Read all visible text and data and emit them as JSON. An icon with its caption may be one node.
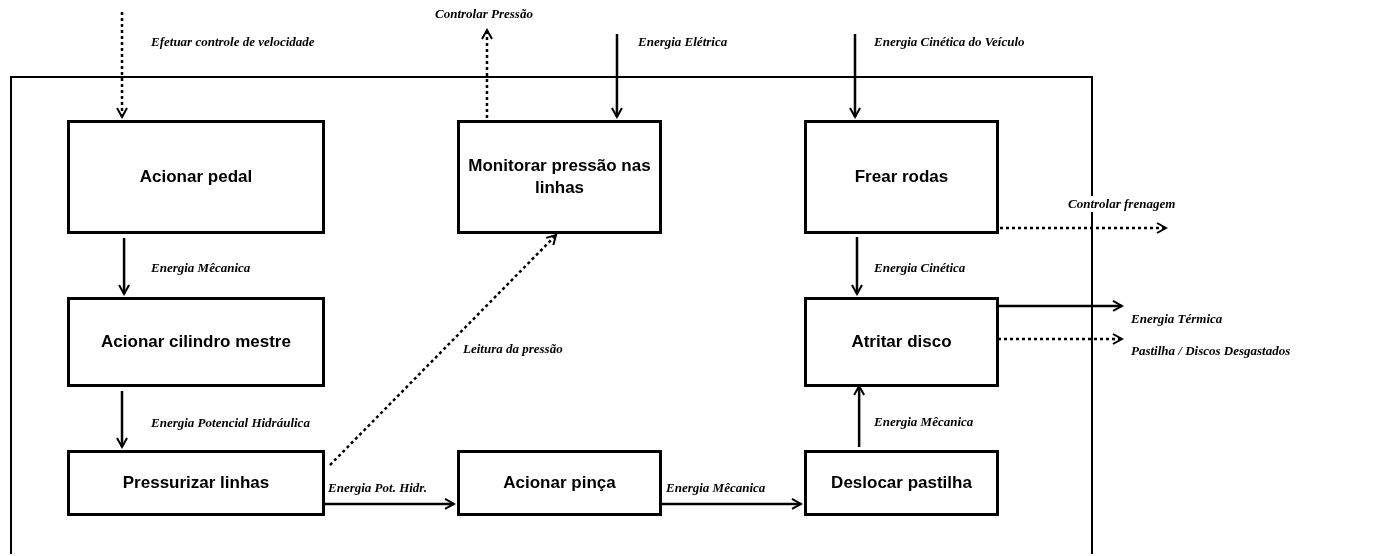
{
  "diagram": {
    "nodes": [
      {
        "text": [],
        "shape": "box"
      },
      {
        "text": [
          "Acionar pedal"
        ],
        "in": 0
      },
      {
        "text": [
          "Monitorar pressão nas linhas"
        ],
        "in": 0
      },
      {
        "text": [
          "Frear rodas"
        ],
        "in": 0
      },
      {
        "text": [
          "Acionar cilindro mestre"
        ],
        "in": 0
      },
      {
        "text": [
          "Atritar disco"
        ],
        "in": 0
      },
      {
        "text": [
          "Pressurizar linhas"
        ],
        "in": 0
      },
      {
        "text": [
          "Acionar pinça"
        ],
        "in": 0
      },
      {
        "text": [
          "Deslocar pastilha"
        ],
        "in": 0
      }
    ],
    "edges": [
      {
        "from": null,
        "to": 1,
        "arrow": "to",
        "label": "Efetuar controle de velocidade",
        "style": "dashed"
      },
      {
        "from": 2,
        "to": null,
        "arrow": "to",
        "label": "Controlar Pressão",
        "style": "dashed"
      },
      {
        "from": null,
        "to": 2,
        "arrow": "to",
        "label": "Energia Elétrica"
      },
      {
        "from": null,
        "to": 3,
        "arrow": "to",
        "label": "Energia Cinética do Veículo"
      },
      {
        "from": 3,
        "to": null,
        "arrow": "to",
        "label": "Controlar frenagem",
        "style": "dashed"
      },
      {
        "from": 1,
        "to": 4,
        "arrow": "to",
        "label": "Energia Mêcanica"
      },
      {
        "from": 3,
        "to": 5,
        "arrow": "to",
        "label": "Energia Cinética"
      },
      {
        "from": 5,
        "to": null,
        "arrow": "to",
        "label": "Energia Térmica"
      },
      {
        "from": 5,
        "to": null,
        "arrow": "to",
        "label": "Pastilha / Discos Desgastados",
        "style": "dashed"
      },
      {
        "from": 4,
        "to": 6,
        "arrow": "to",
        "label": "Energia Potencial Hidráulica"
      },
      {
        "from": 6,
        "to": 2,
        "arrow": "to",
        "label": "Leitura da pressão",
        "style": "dashed"
      },
      {
        "from": 6,
        "to": 7,
        "arrow": "to",
        "label": "Energia Pot. Hidr."
      },
      {
        "from": 7,
        "to": 8,
        "arrow": "to",
        "label": "Energia Mêcanica"
      },
      {
        "from": 8,
        "to": 5,
        "arrow": "to",
        "label": "Energia Mêcanica"
      }
    ]
  }
}
